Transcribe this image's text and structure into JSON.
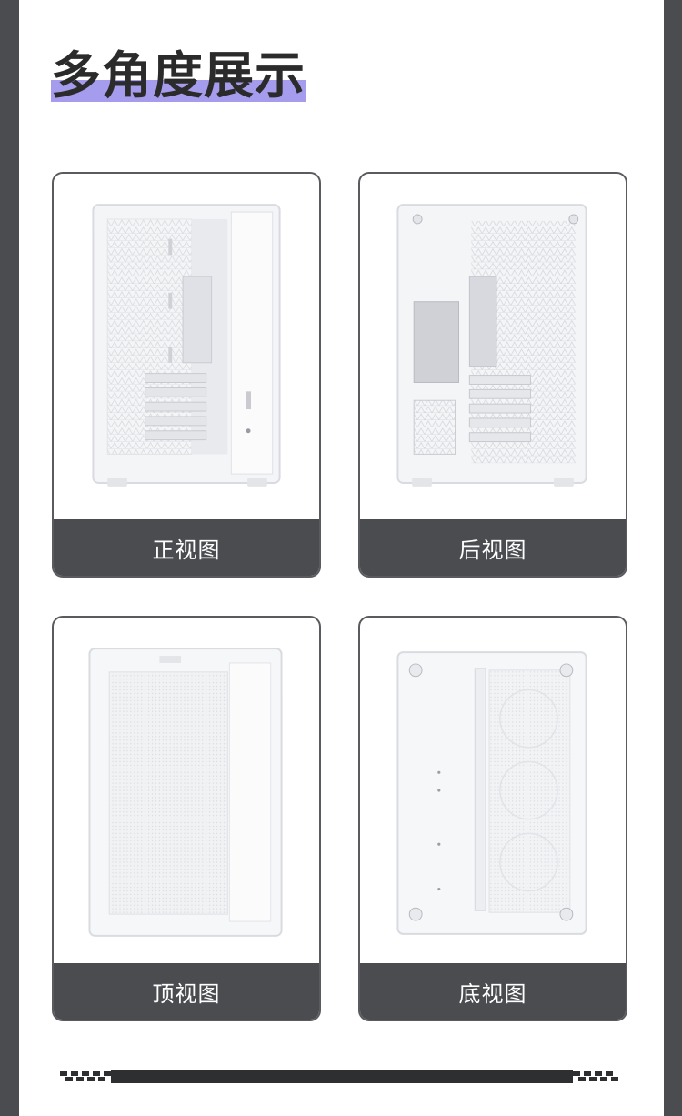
{
  "heading": {
    "title": "多角度展示"
  },
  "views": [
    {
      "label": "正视图",
      "icon": "case-front-view"
    },
    {
      "label": "后视图",
      "icon": "case-rear-view"
    },
    {
      "label": "顶视图",
      "icon": "case-top-view"
    },
    {
      "label": "底视图",
      "icon": "case-bottom-view"
    }
  ],
  "colors": {
    "frame": "#4a4c4f",
    "accent": "#a69ced",
    "text": "#2b2b2b"
  }
}
